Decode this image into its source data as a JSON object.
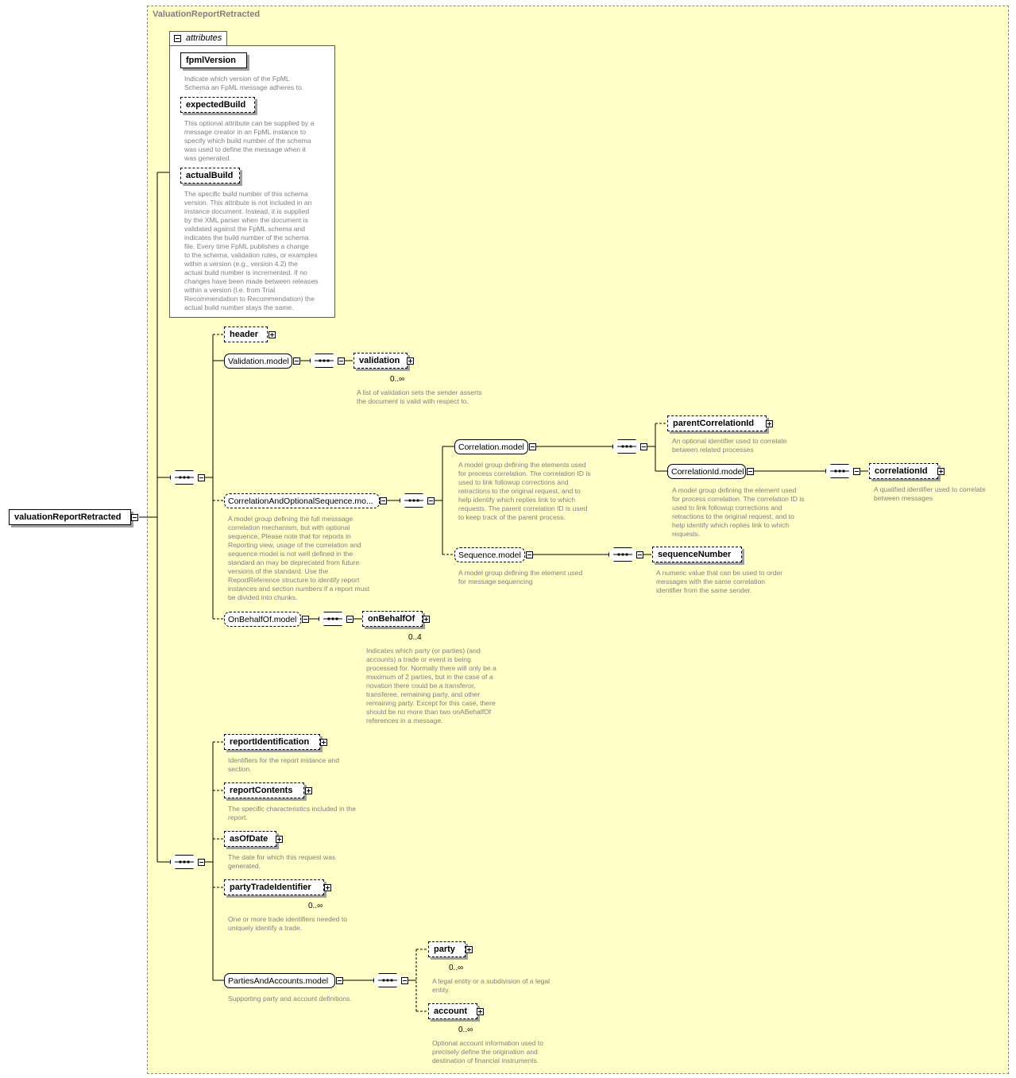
{
  "type_name": "ValuationReportRetracted",
  "root": {
    "label": "valuationReportRetracted"
  },
  "attributes": {
    "tab_label": "attributes",
    "items": [
      {
        "label": "fpmlVersion",
        "desc": [
          "Indicate which version of the FpML",
          "Schema an FpML message adheres to."
        ]
      },
      {
        "label": "expectedBuild",
        "desc": [
          "This optional attribute can be supplied by a",
          "message creator in an FpML instance to",
          "specify which build number of the schema",
          "was used to define the message when it",
          "was generated."
        ]
      },
      {
        "label": "actualBuild",
        "desc": [
          "The specific build number of this schema",
          "version. This attribute is not included in an",
          "instance document. Instead, it is supplied",
          "by the XML parser when the document is",
          "validated against the FpML schema and",
          "indicates the build number of the schema",
          "file. Every time FpML publishes a change",
          "to the schema, validation rules, or examples",
          "within a version (e.g., version 4.2) the",
          "actual build number is incremented. If no",
          "changes have been made between releases",
          "within a version (i.e. from Trial",
          "Recommendation to Recommendation) the",
          "actual build number stays the same."
        ]
      }
    ]
  },
  "elements": {
    "header": {
      "label": "header"
    },
    "validation_model": {
      "label": "Validation.model"
    },
    "validation": {
      "label": "validation",
      "card": "0..∞",
      "desc": [
        "A list of validation sets the sender asserts",
        "the document is valid with respect to."
      ]
    },
    "corr_opt_seq": {
      "label": "CorrelationAndOptionalSequence.mo...",
      "desc": [
        "A model group defining the full messsage",
        "correlation mechanism, but with optional",
        "sequence. Please note that for reports in",
        "Reporting view, usage of the correlation and",
        "sequence model is not well defined in the",
        "standard an may be deprecated from future",
        "versions of the standard. Use the",
        "ReportReference structure to identify report",
        "instances and section numbers if a report must",
        "be divided into chunks."
      ]
    },
    "correlation_model": {
      "label": "Correlation.model",
      "desc": [
        "A model group defining the elements used",
        "for process correlation. The correlation ID is",
        "used to link followup corrections and",
        "retractions to the original request, and to",
        "help identify which replies link to which",
        "requests. The parent correlation ID is used",
        "to keep track of the parent process."
      ]
    },
    "parent_corr_id": {
      "label": "parentCorrelationId",
      "desc": [
        "An optional identifier used to correlate",
        "between related processes"
      ]
    },
    "corr_id_model": {
      "label": "CorrelationId.model",
      "desc": [
        "A model group defining the element used",
        "for process correlation. The correlation ID is",
        "used to link followup corrections and",
        "retractions to the original request, and to",
        "help identify which replies link to which",
        "requests."
      ]
    },
    "correlation_id": {
      "label": "correlationId",
      "desc": [
        "A qualified identifier used to correlate",
        "between messages"
      ]
    },
    "sequence_model": {
      "label": "Sequence.model",
      "desc": [
        "A model group defining the element used",
        "for message sequencing"
      ]
    },
    "sequence_number": {
      "label": "sequenceNumber",
      "desc": [
        "A numeric value that can be used to order",
        "messages with the same correlation",
        "identifier from the same sender."
      ]
    },
    "on_behalf_model": {
      "label": "OnBehalfOf.model"
    },
    "on_behalf_of": {
      "label": "onBehalfOf",
      "card": "0..4",
      "desc": [
        "Indicates which party (or parties) (and",
        "accounts) a trade or event is being",
        "processed for. Normally there will only be a",
        "maximum of 2 parties, but in the case of a",
        "novation there could be a transferor,",
        "transferee, remaining party, and other",
        "remaining party. Except for this case, there",
        "should be no more than two onABehalfOf",
        "references in a message."
      ]
    },
    "report_identification": {
      "label": "reportIdentification",
      "desc": [
        "Identifiers for the report instance and",
        "section."
      ]
    },
    "report_contents": {
      "label": "reportContents",
      "desc": [
        "The specific characteristics included in the",
        "report."
      ]
    },
    "as_of_date": {
      "label": "asOfDate",
      "desc": [
        "The date for which this request was",
        "generated."
      ]
    },
    "party_trade_identifier": {
      "label": "partyTradeIdentifier",
      "card": "0..∞",
      "desc": [
        "One or more trade identifiers needed to",
        "uniquely identify a trade."
      ]
    },
    "parties_accounts_model": {
      "label": "PartiesAndAccounts.model",
      "desc": [
        "Supporting party and account definitions."
      ]
    },
    "party": {
      "label": "party",
      "card": "0..∞",
      "desc": [
        "A legal entity or a subdivision of a legal",
        "entity."
      ]
    },
    "account": {
      "label": "account",
      "card": "0..∞",
      "desc": [
        "Optional account information used to",
        "precisely define the origination and",
        "destination of financial instruments."
      ]
    }
  }
}
